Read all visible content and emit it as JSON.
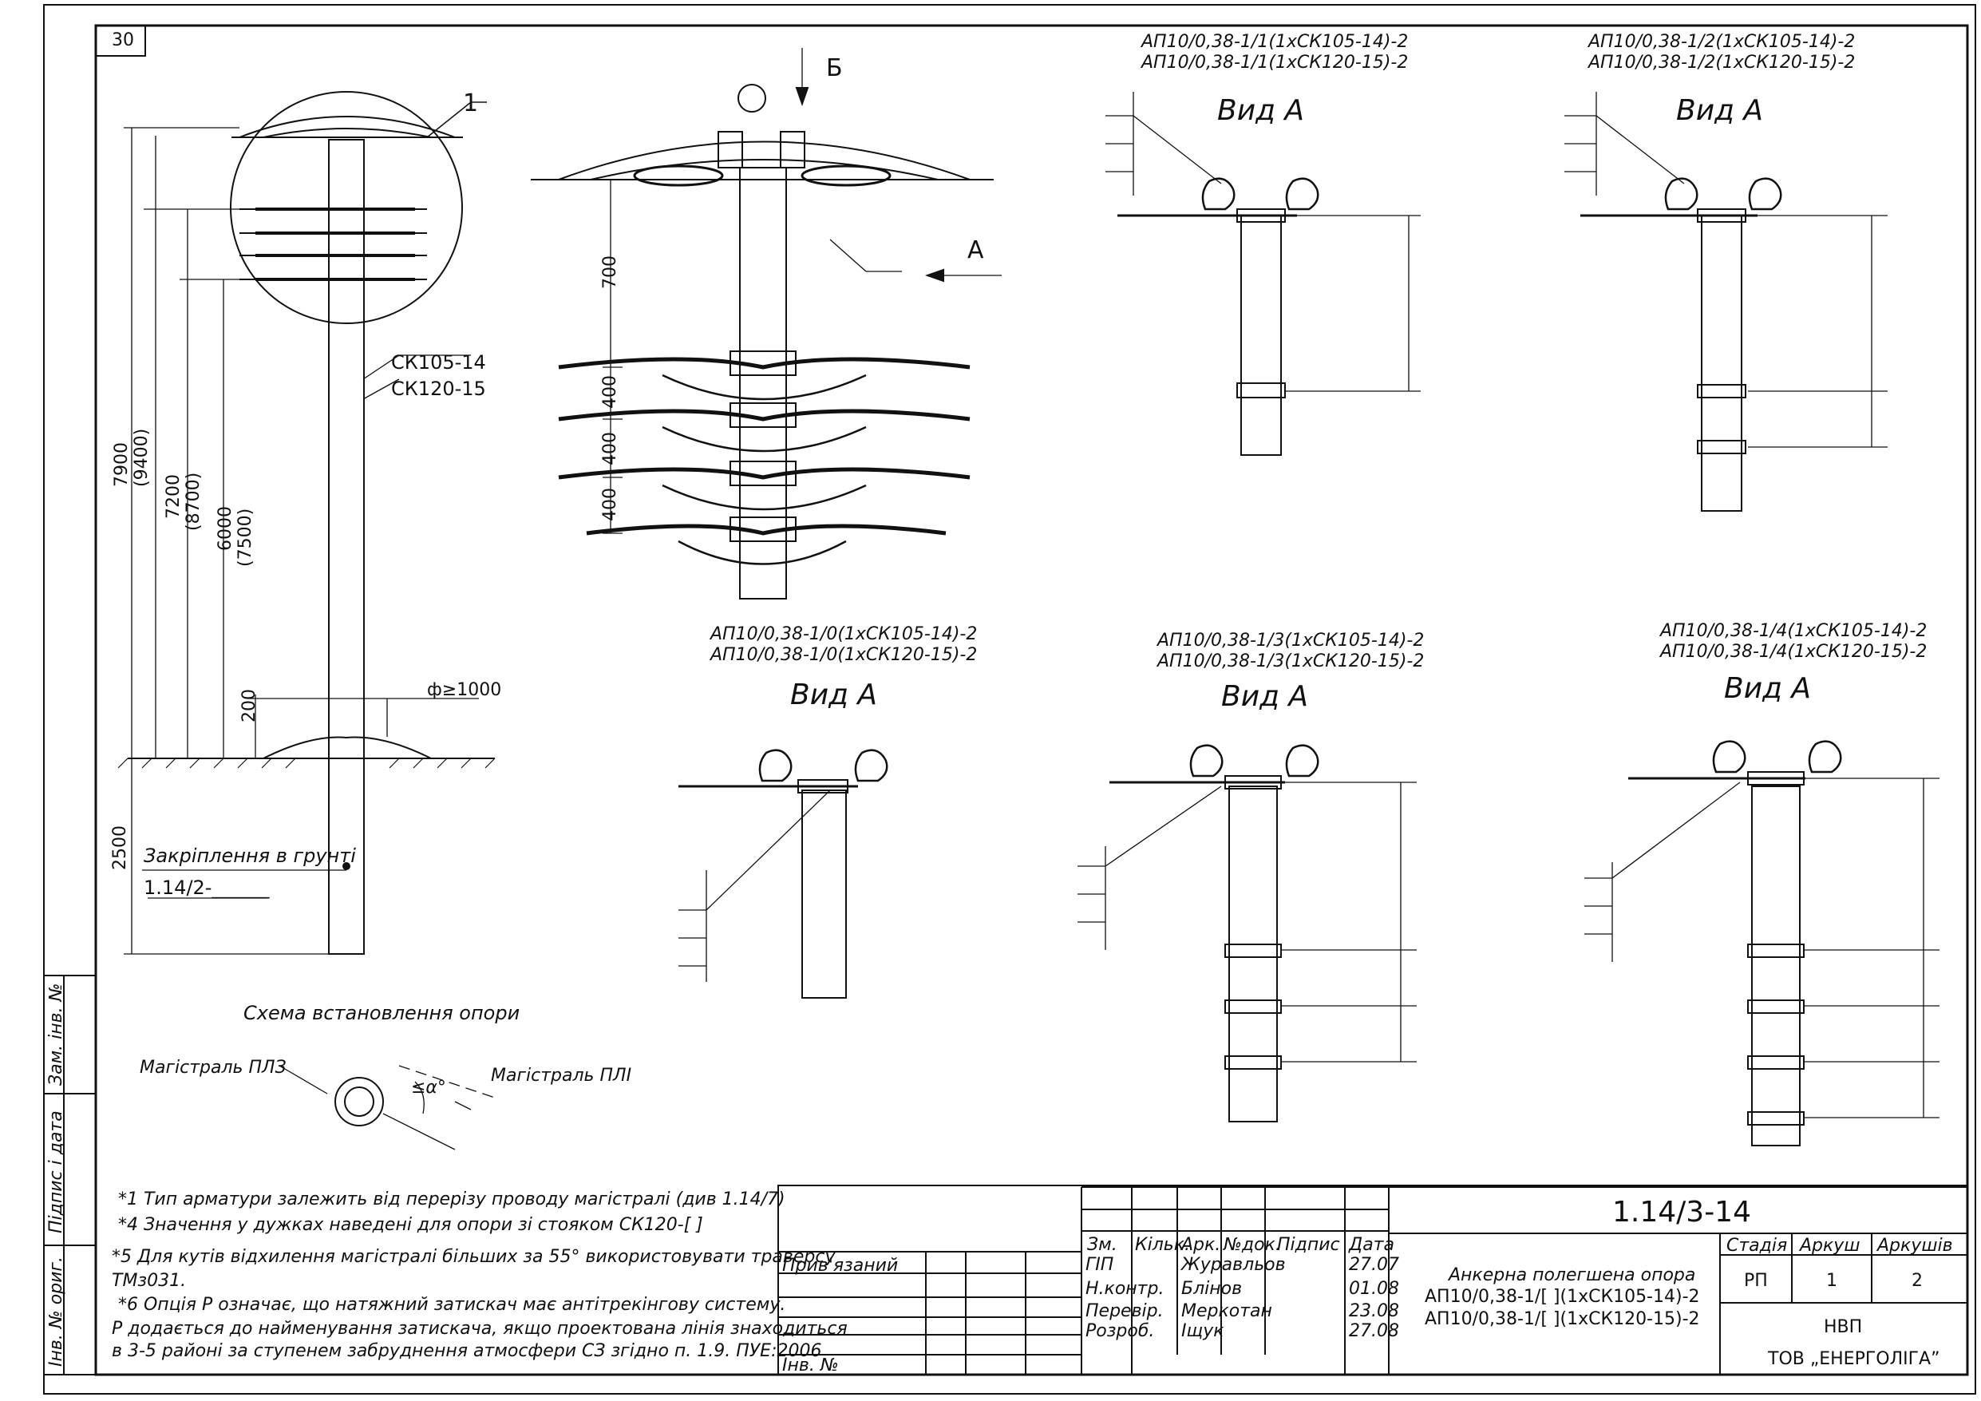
{
  "sheet": {
    "page_no": "30",
    "doc_code": "1.14/3-14",
    "scheme_caption": "Схема встановлення опори",
    "fixing_label": "Закріплення в грунті",
    "fixing_ref": "1.14/2-______",
    "pole_types": [
      "СК105-14",
      "СК120-15"
    ],
    "foundation_dim": "ф≥1000",
    "view_b": "Б",
    "view_a_arrow": "А",
    "callout_1": "1",
    "magistral_left": "Магістраль ПЛЗ",
    "magistral_right": "Магістраль ПЛІ",
    "angle": "≤α°"
  },
  "dims_left": [
    "7900",
    "(9400)",
    "7200",
    "(8700)",
    "6000",
    "(7500)",
    "200",
    "2500"
  ],
  "detail_dims": [
    "700",
    "400",
    "400",
    "400"
  ],
  "views": [
    {
      "code1": "АП10/0,38-1/1(1хСК105-14)-2",
      "code2": "АП10/0,38-1/1(1хСК120-15)-2",
      "title": "Вид А"
    },
    {
      "code1": "АП10/0,38-1/2(1хСК105-14)-2",
      "code2": "АП10/0,38-1/2(1хСК120-15)-2",
      "title": "Вид А"
    },
    {
      "code1": "АП10/0,38-1/0(1хСК105-14)-2",
      "code2": "АП10/0,38-1/0(1хСК120-15)-2",
      "title": "Вид А"
    },
    {
      "code1": "АП10/0,38-1/3(1хСК105-14)-2",
      "code2": "АП10/0,38-1/3(1хСК120-15)-2",
      "title": "Вид А"
    },
    {
      "code1": "АП10/0,38-1/4(1хСК105-14)-2",
      "code2": "АП10/0,38-1/4(1хСК120-15)-2",
      "title": "Вид А"
    }
  ],
  "notes": [
    "*1 Тип арматури залежить від перерізу проводу магістралі (див 1.14/7)",
    "*4 Значення у дужках наведені для опори зі стояком СК120-[ ]",
    "*5 Для кутів відхилення магістралі більших за 55° використовувати траверсу",
    "ТМз031.",
    "*6 Опція Р означає, що натяжний затискач має антітрекінгову систему.",
    "Р додається до найменування затискача, якщо проектована лінія знаходиться",
    "в 3-5 районі за ступенем забруднення атмосфери СЗ згідно п. 1.9. ПУЕ:2006"
  ],
  "side_stamp": [
    "Зам. інв. №",
    "Підпис і дата",
    "Інв. № ориг."
  ],
  "title_block": {
    "attached": "Прив'язаний",
    "inv_no": "Інв. №",
    "headers": [
      "Зм.",
      "Кільк.",
      "Арк.",
      "№док.",
      "Підпис",
      "Дата"
    ],
    "rows": [
      {
        "role": "ГІП",
        "name": "Журавльов",
        "date": "27.07"
      },
      {
        "role": "Н.контр.",
        "name": "Блінов",
        "date": "01.08"
      },
      {
        "role": "Перевір.",
        "name": "Меркотан",
        "date": "23.08"
      },
      {
        "role": "Розроб.",
        "name": "Іщук",
        "date": "27.08"
      }
    ],
    "code": "1.14/3-14",
    "name_line1": "Анкерна полегшена опора",
    "name_line2": "АП10/0,38-1/[ ](1хСК105-14)-2",
    "name_line3": "АП10/0,38-1/[ ](1хСК120-15)-2",
    "stage_h": "Стадія",
    "sheet_h": "Аркуш",
    "sheets_h": "Аркушів",
    "stage": "РП",
    "sheet": "1",
    "sheets": "2",
    "org1": "НВП",
    "org2": "ТОВ „ЕНЕРГОЛІГА”"
  }
}
